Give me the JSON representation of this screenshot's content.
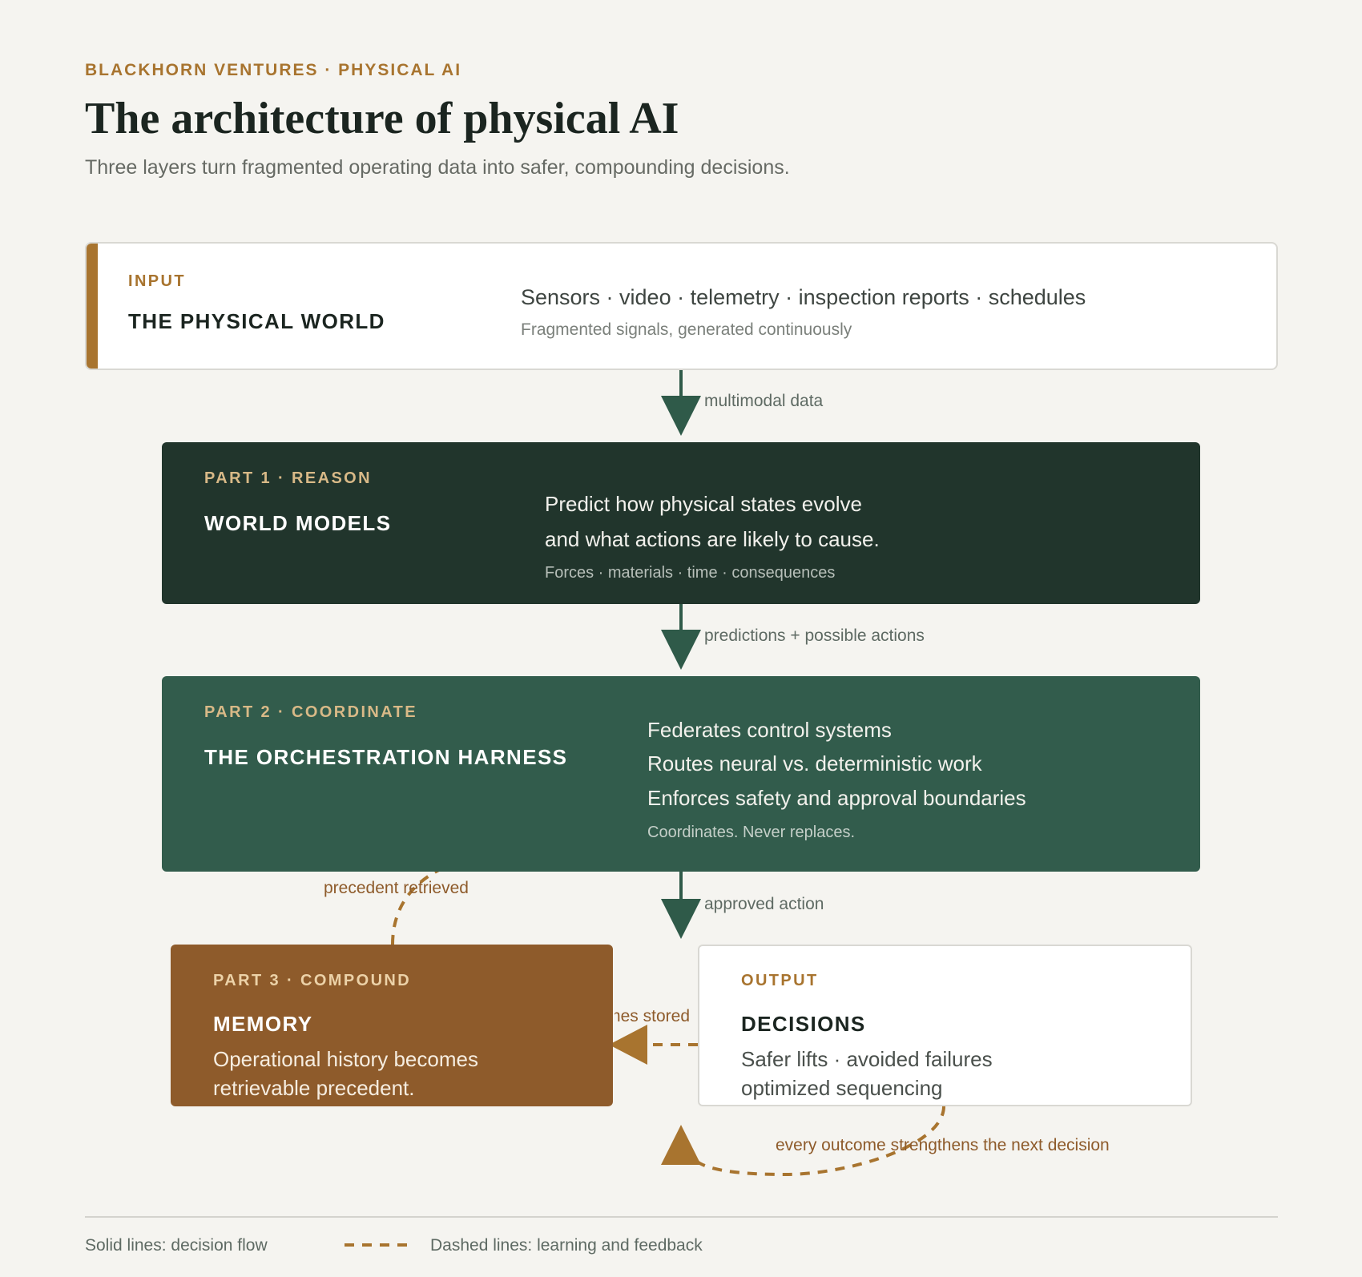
{
  "header": {
    "eyebrow": "BLACKHORN VENTURES · PHYSICAL AI",
    "title": "The architecture of physical AI",
    "subtitle": "Three layers turn fragmented operating data into safer, compounding decisions."
  },
  "input": {
    "kicker": "INPUT",
    "heading": "THE PHYSICAL WORLD",
    "description": "Sensors · video · telemetry · inspection reports · schedules",
    "note": "Fragmented signals, generated continuously"
  },
  "part1": {
    "kicker": "PART 1 · REASON",
    "heading": "WORLD MODELS",
    "line1": "Predict how physical states evolve",
    "line2": "and what actions are likely to cause.",
    "note": "Forces · materials · time · consequences"
  },
  "part2": {
    "kicker": "PART 2 · COORDINATE",
    "heading": "THE ORCHESTRATION HARNESS",
    "lines": [
      "Federates control systems",
      "Routes neural vs. deterministic work",
      "Enforces safety and approval boundaries"
    ],
    "note": "Coordinates. Never replaces."
  },
  "part3": {
    "kicker": "PART 3 · COMPOUND",
    "heading": "MEMORY",
    "line1": "Operational history becomes",
    "line2": "retrievable precedent."
  },
  "output": {
    "kicker": "OUTPUT",
    "heading": "DECISIONS",
    "line1": "Safer lifts · avoided failures",
    "line2": "optimized sequencing"
  },
  "flows": {
    "multimodal": "multimodal data",
    "predictions": "predictions + possible actions",
    "approved": "approved action",
    "precedent": "precedent retrieved",
    "outcomes": "outcomes stored",
    "every_outcome": "every outcome strengthens the next decision"
  },
  "legend": {
    "solid": "Solid lines: decision flow",
    "dashed": "Dashed lines: learning and feedback"
  },
  "colors": {
    "accent": "#a8742f",
    "dark_green": "#21352c",
    "mid_green": "#325c4c",
    "memory_brown": "#8e5b2b",
    "arrow_green": "#2f5a49",
    "background": "#f5f4f0"
  }
}
